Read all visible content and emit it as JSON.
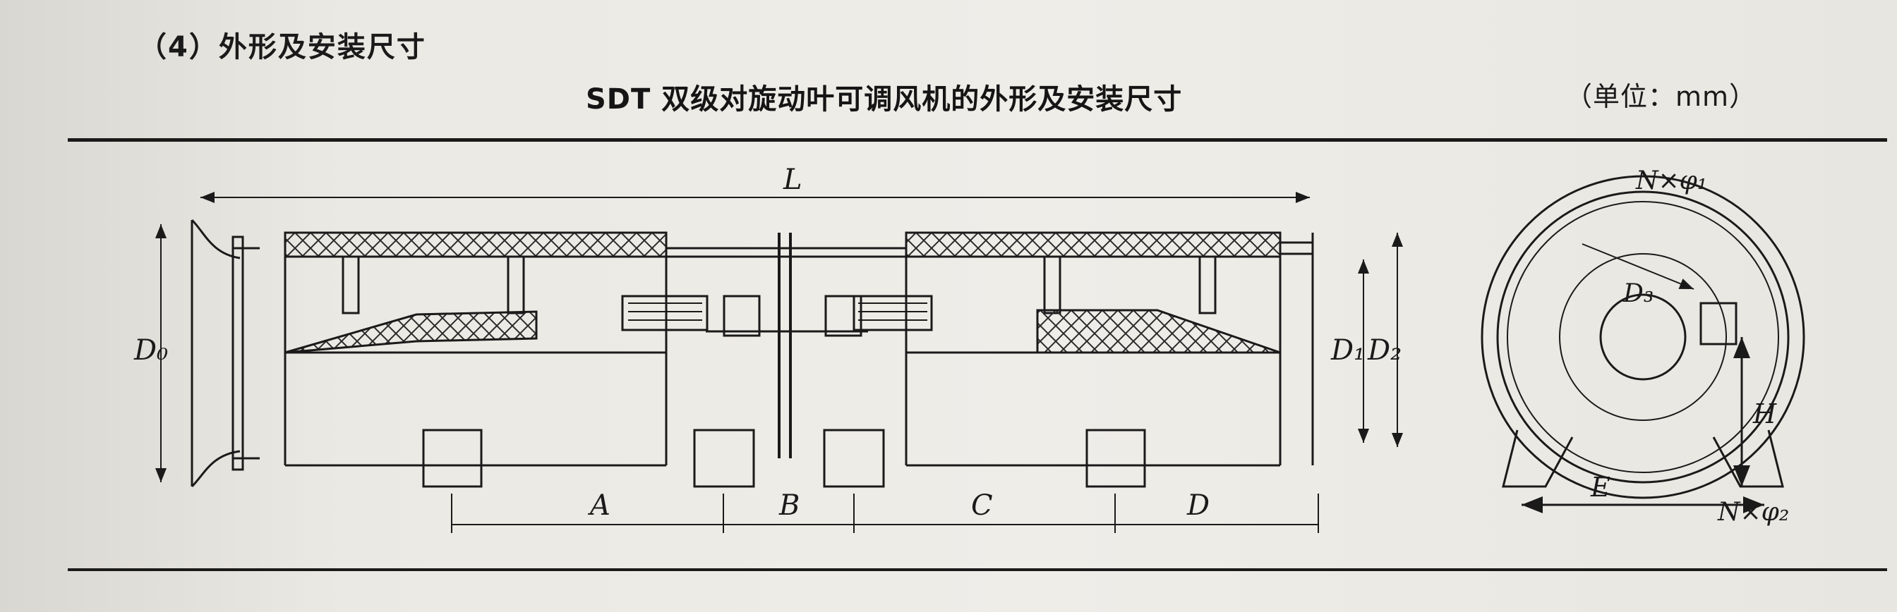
{
  "section": {
    "title": "（4）外形及安装尺寸"
  },
  "figure": {
    "title": "SDT 双级对旋动叶可调风机的外形及安装尺寸",
    "unit_note": "（单位：mm）"
  },
  "dimension_labels": {
    "L": "L",
    "D0": "D₀",
    "D1": "D₁",
    "D2": "D₂",
    "D3": "D₃",
    "A": "A",
    "B": "B",
    "C": "C",
    "D": "D",
    "E": "E",
    "H": "H",
    "N_phi1": "N×φ₁",
    "N_phi2": "N×φ₂"
  },
  "colors": {
    "ink": "#1a1a1a",
    "paper": "#ebe9e3"
  }
}
